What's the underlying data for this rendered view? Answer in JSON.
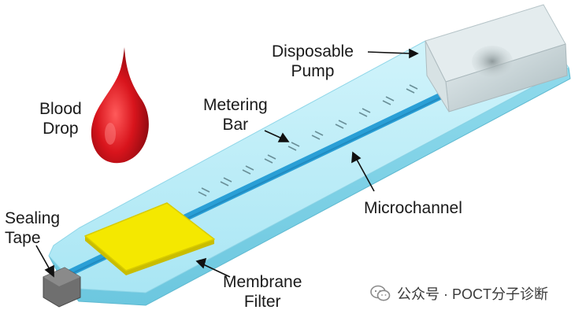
{
  "labels": {
    "blood_drop": [
      "Blood",
      "Drop"
    ],
    "disposable_pump": [
      "Disposable",
      "Pump"
    ],
    "metering_bar": [
      "Metering",
      "Bar"
    ],
    "microchannel": "Microchannel",
    "sealing_tape": [
      "Sealing",
      "Tape"
    ],
    "membrane_filter": [
      "Membrane",
      "Filter"
    ]
  },
  "watermark": {
    "text": "公众号 · POCT分子诊断",
    "icon": "wechat-icon"
  },
  "colors": {
    "chip_top": "#b8ecf7",
    "chip_side": "#7fd3e8",
    "channel": "#2a9fd6",
    "filter": "#f2e600",
    "blood": "#d8141c",
    "pump": "#c9d3d6",
    "tape": "#6f6f6f"
  }
}
